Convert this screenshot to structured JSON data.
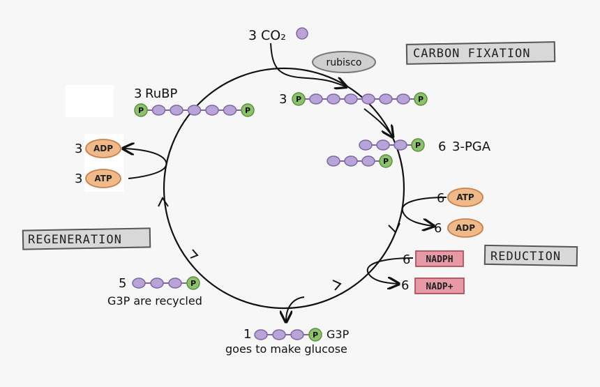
{
  "phases": {
    "fixation": "CARBON FIXATION",
    "reduction": "REDUCTION",
    "regeneration": "REGENERATION"
  },
  "enzyme": "rubisco",
  "co2": {
    "count": "3",
    "label": "CO₂"
  },
  "rubp": {
    "count": "3",
    "label": "RuBP"
  },
  "intermediate": {
    "count": "3"
  },
  "pga": {
    "count": "6",
    "label": "3-PGA"
  },
  "reduction_inputs": {
    "atp": {
      "count": "6",
      "label": "ATP"
    },
    "adp": {
      "count": "6",
      "label": "ADP"
    },
    "nadph": {
      "count": "6",
      "label": "NADPH"
    },
    "nadp": {
      "count": "6",
      "label": "NADP+"
    }
  },
  "regeneration_inputs": {
    "adp": {
      "count": "3",
      "label": "ADP"
    },
    "atp": {
      "count": "3",
      "label": "ATP"
    }
  },
  "g3p_recycled": {
    "count": "5",
    "caption": "G3P are recycled"
  },
  "g3p_out": {
    "count": "1",
    "label": "G3P",
    "caption": "goes to make glucose"
  },
  "phosphate_letter": "P"
}
